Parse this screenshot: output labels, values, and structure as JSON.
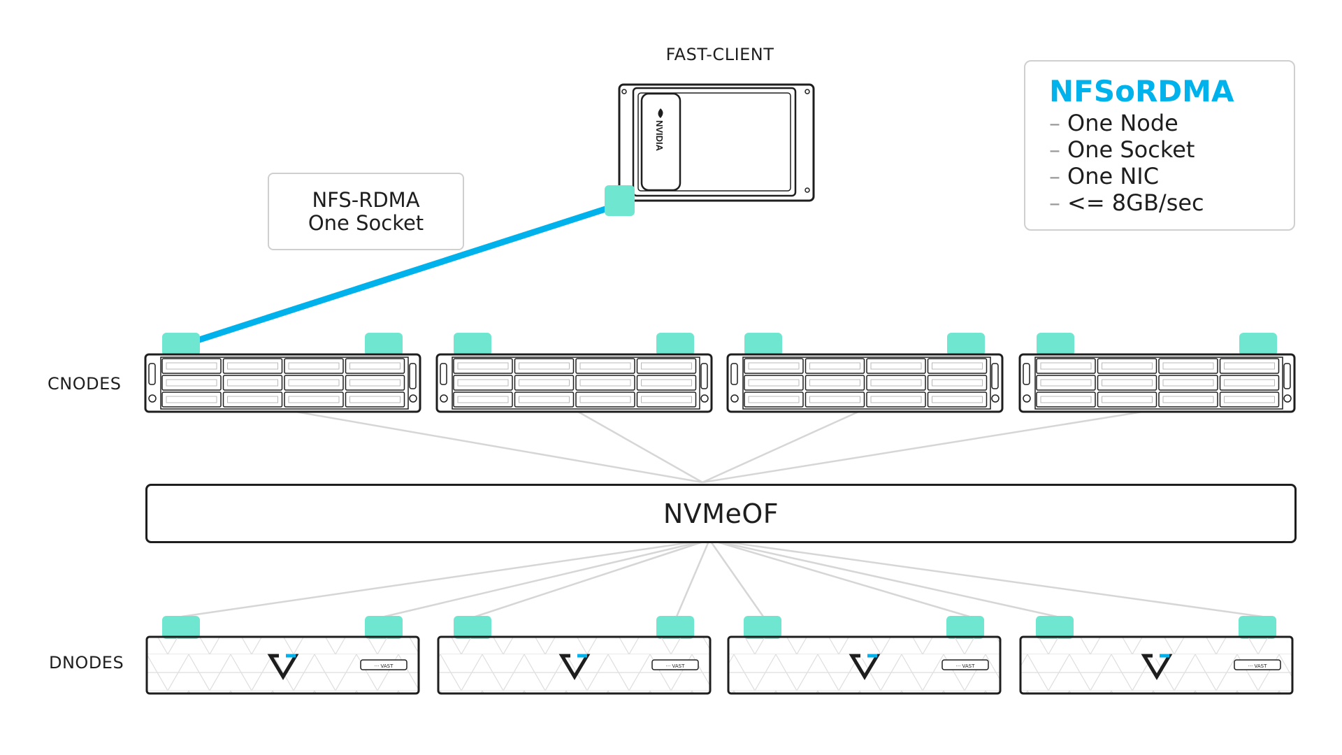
{
  "client": {
    "title": "FAST-CLIENT",
    "brand": "NVIDIA"
  },
  "protocol_label": {
    "line1": "NFS-RDMA",
    "line2": "One Socket"
  },
  "info": {
    "title": "NFSoRDMA",
    "lines": [
      {
        "dash": "–",
        "text": "One Node"
      },
      {
        "dash": "–",
        "text": "One Socket"
      },
      {
        "dash": "–",
        "text": "One NIC"
      },
      {
        "dash": "–",
        "text": "<= 8GB/sec"
      }
    ]
  },
  "cnodes_label": "CNODES",
  "dnodes_label": "DNODES",
  "fabric_label": "NVMeOF",
  "dnode_badge": "··· VAST",
  "colors": {
    "accent": "#00b2ec",
    "port": "#6fe6cf",
    "outline": "#1e1e1e",
    "gray_line": "#d6d6d6",
    "box_border": "#cfcfcf"
  },
  "icons": {
    "client": "nvidia-server-icon",
    "cnode": "storage-server-icon",
    "dnode": "vast-enclosure-icon"
  }
}
